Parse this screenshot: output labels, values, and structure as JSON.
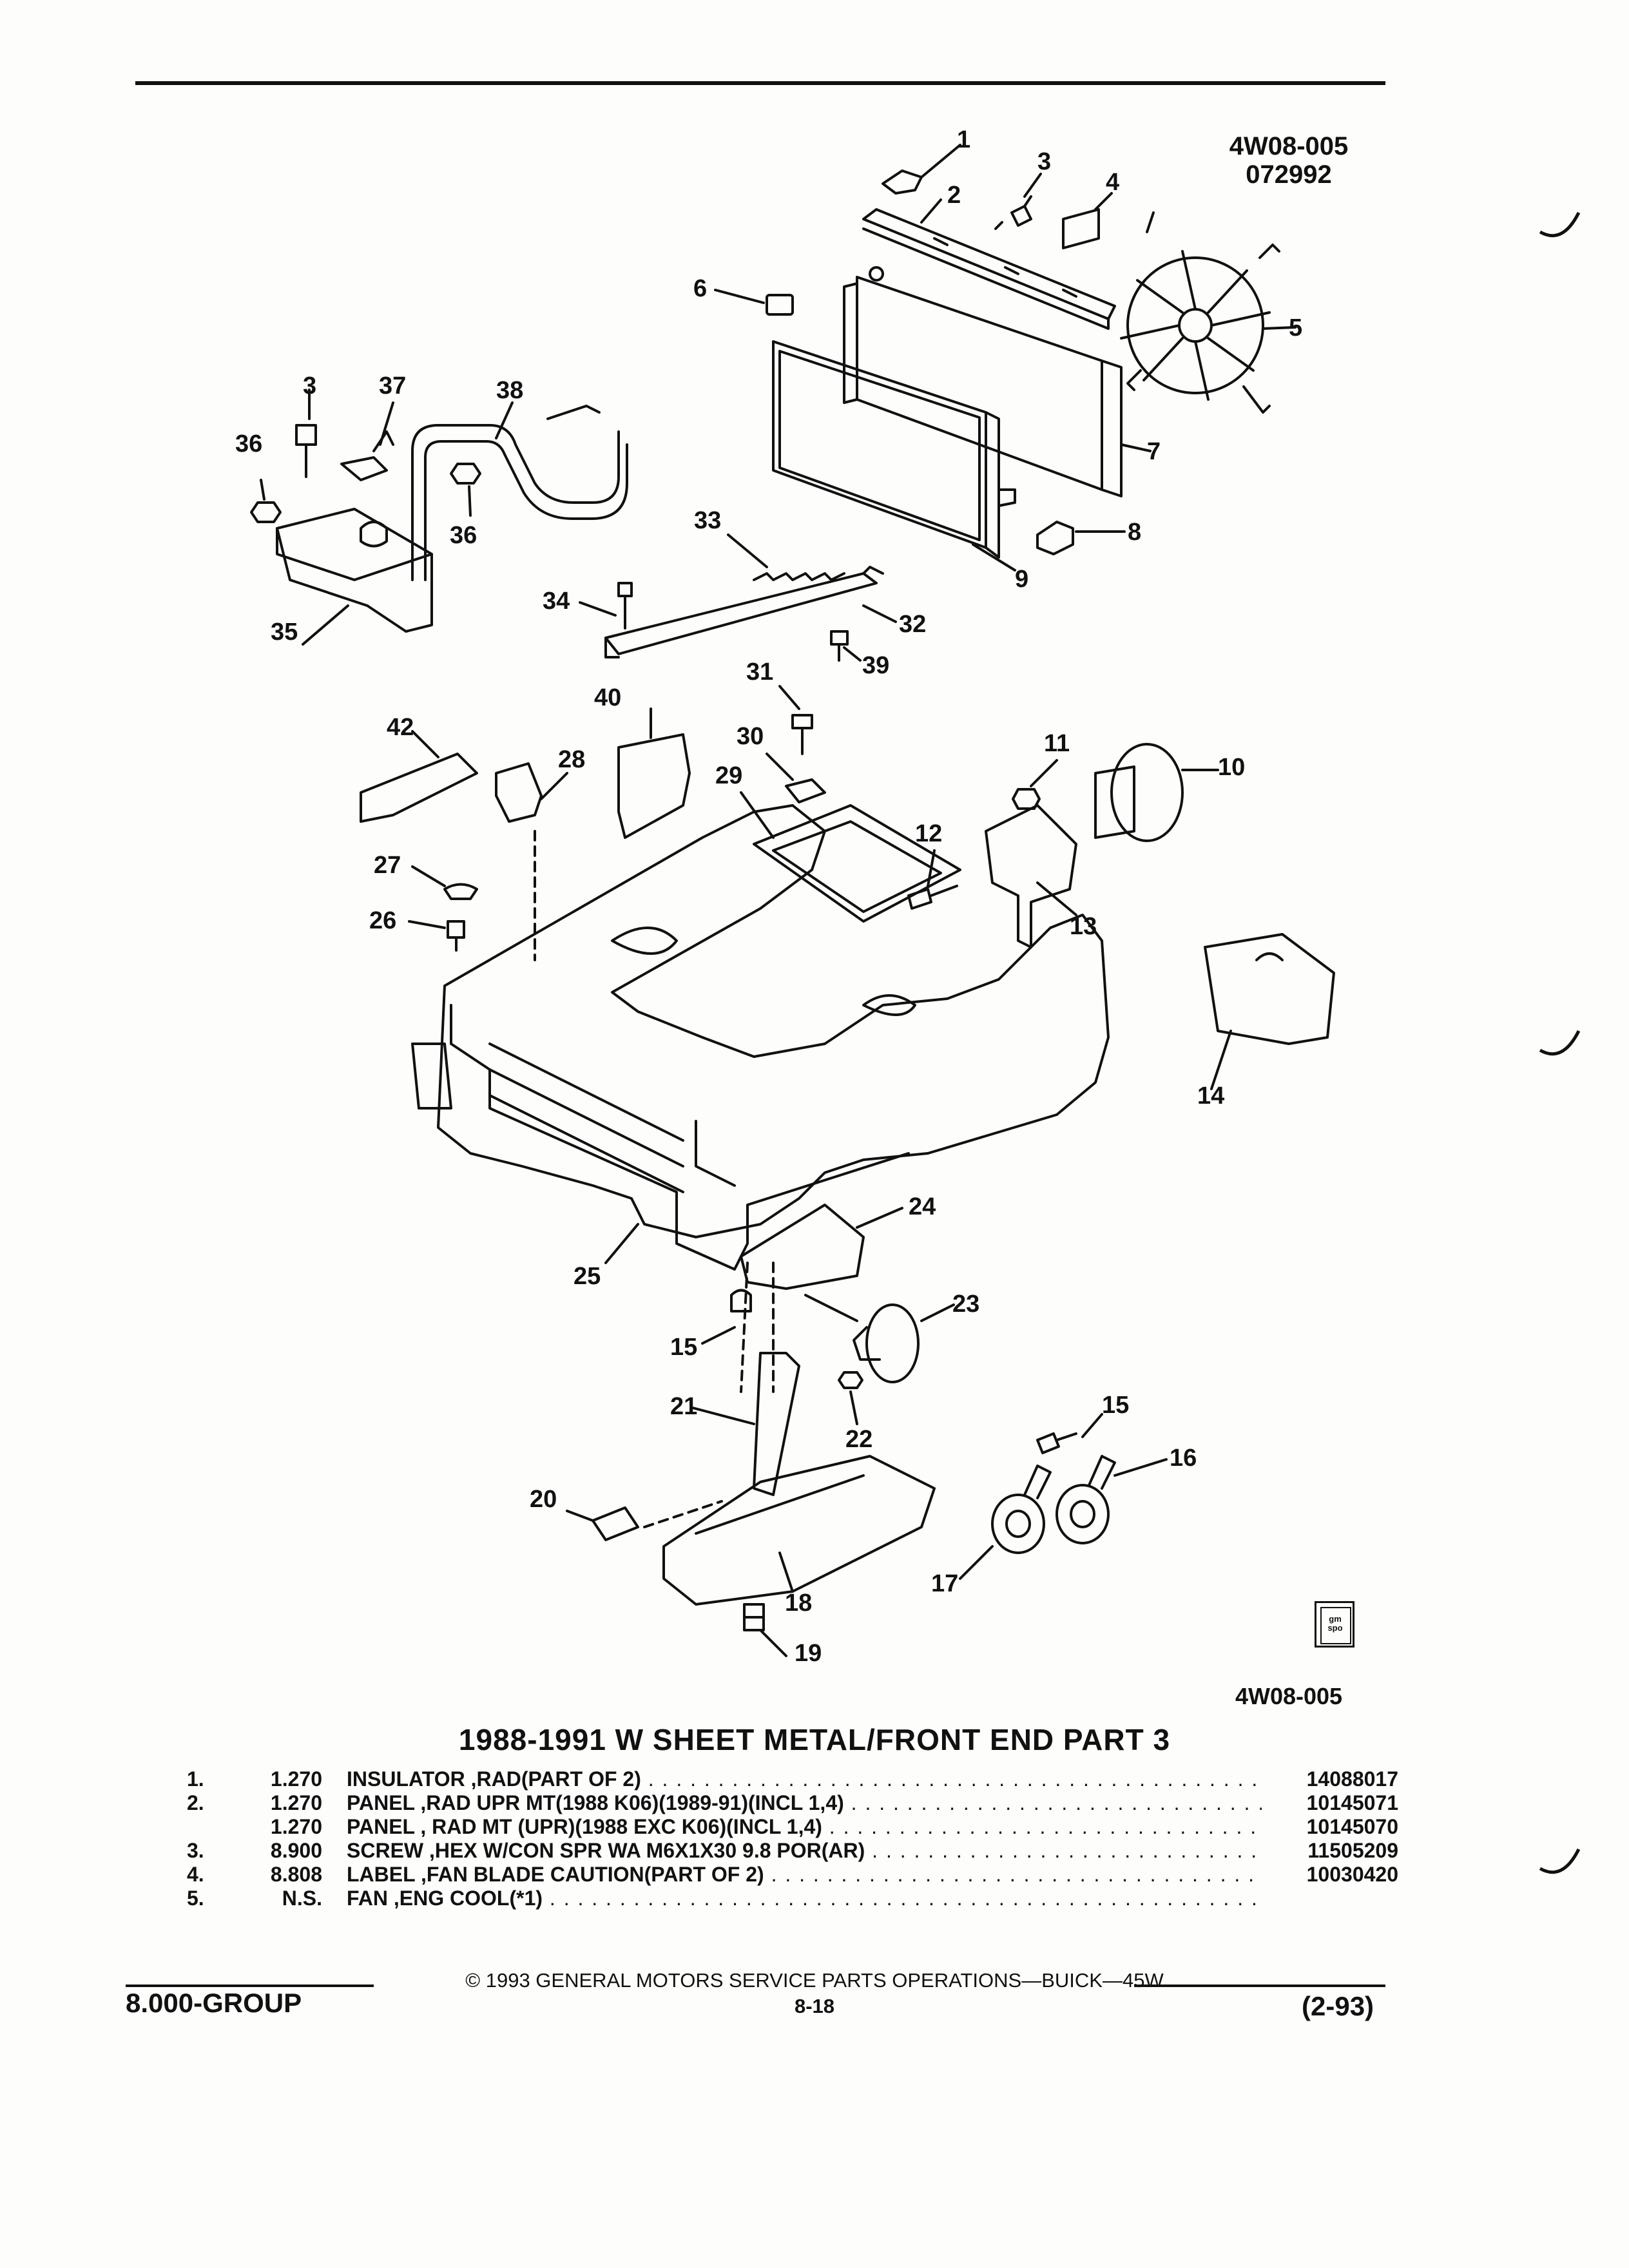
{
  "header": {
    "illustration_code": "4W08-005",
    "date_code": "072992"
  },
  "figure": {
    "code_bottom": "4W08-005",
    "badge": "gm spo",
    "callouts": [
      "1",
      "2",
      "3",
      "4",
      "5",
      "6",
      "7",
      "8",
      "9",
      "10",
      "11",
      "12",
      "13",
      "14",
      "15",
      "16",
      "17",
      "18",
      "19",
      "20",
      "21",
      "22",
      "23",
      "24",
      "25",
      "26",
      "27",
      "28",
      "29",
      "30",
      "31",
      "32",
      "33",
      "34",
      "35",
      "36",
      "37",
      "38",
      "39",
      "40",
      "42",
      "3",
      "36",
      "15"
    ]
  },
  "title": "1988-1991 W SHEET METAL/FRONT END PART 3",
  "parts": [
    {
      "idx": "1.",
      "code": "1.270",
      "desc": "INSULATOR ,RAD(PART OF 2)",
      "part_no": "14088017"
    },
    {
      "idx": "2.",
      "code": "1.270",
      "desc": "PANEL ,RAD UPR MT(1988 K06)(1989-91)(INCL 1,4)",
      "part_no": "10145071"
    },
    {
      "idx": "",
      "code": "1.270",
      "desc": "PANEL , RAD MT (UPR)(1988 EXC K06)(INCL 1,4)",
      "part_no": "10145070"
    },
    {
      "idx": "3.",
      "code": "8.900",
      "desc": "SCREW ,HEX W/CON SPR WA M6X1X30 9.8 POR(AR)",
      "part_no": "11505209"
    },
    {
      "idx": "4.",
      "code": "8.808",
      "desc": "LABEL ,FAN BLADE CAUTION(PART OF 2)",
      "part_no": "10030420"
    },
    {
      "idx": "5.",
      "code": "N.S.",
      "desc": "FAN ,ENG COOL(*1)",
      "part_no": ""
    }
  ],
  "footer": {
    "copyright": "© 1993 GENERAL MOTORS SERVICE PARTS OPERATIONS—BUICK—45W",
    "group": "8.000-GROUP",
    "page": "8-18",
    "revision": "(2-93)"
  }
}
